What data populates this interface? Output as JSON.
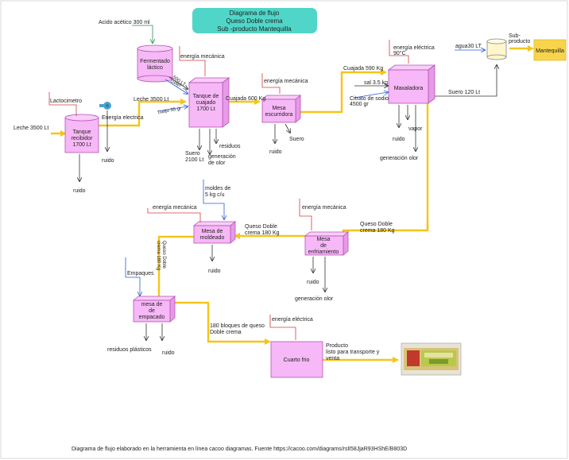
{
  "title": {
    "line1": "Diagrama de flujo",
    "line2": "Queso Doble crema",
    "line3": "Sub -producto Mantequilla",
    "bg": "#4fd6c8"
  },
  "colors": {
    "box": "#f6b8f6",
    "box_border": "#b552b5",
    "main_flow": "#f5c518",
    "red_line": "#d23c3c",
    "blue_line": "#2b5be0",
    "green_line": "#2e8b57",
    "mantequilla_bg": "#f7d44c"
  },
  "nodes": {
    "tanque_recibidor": "Tanque\nrecibidor\n1700 Lt",
    "fermentado": "Fermentado\nláctico",
    "tanque_cuajado": "Tanque de\ncuajado\n1700 Lt",
    "mesa_escurridora": "Mesa\nescurridora",
    "maxaladora": "Maxaladora",
    "mantequilla": "Mantequilla",
    "mesa_moldeado": "Mesa de\nmoldeado",
    "mesa_enfriamiento": "Mesa\nde\nenfriamiento",
    "mesa_empacado": "mesa de\nde\nempacado",
    "cuarto_frio": "Cuarto frio"
  },
  "labels": {
    "acido": "Acido acético 300 ml",
    "lactocimetro": "Lactocimetro",
    "leche1": "Leche 3500 Lt",
    "energia_electrica1": "Energía electrica",
    "ruido1": "ruido",
    "ruido_tank": "ruido",
    "energia_mecanica1": "energía mecánica",
    "leche2": "Leche 3500 Lt",
    "ml500": "500 LT",
    "cuajo": "cuajo",
    "cuajo35": "cuajo 35 gr",
    "suero2100": "Suero\n2100 Lt",
    "residuos": "residuos",
    "generacion_olor1": "generación\nde olor",
    "cuajada600": "Cuajada 600 Kg",
    "energia_mecanica2": "energía mecánica",
    "suero": "Suero",
    "ruido2": "ruido",
    "cuajada590": "Cuajada 590 Kg",
    "sal": "sal 3.5 kg",
    "citrato": "Citrato de sodio\n4500 gr",
    "energia_electrica2": "energía eléctrica\n90°C",
    "ruido3": "ruido",
    "vapor": "vapor",
    "generacion_olor2": "generación olor",
    "suero120": "Suero 120 Lt",
    "agua": "agua30 LT",
    "subproducto": "Sub-\nproducto",
    "moldes": "moldes de\n5 kg c/u",
    "energia_mecanica3": "energía mecánica",
    "queso180a": "Queso Doble\ncrema  180 Kg",
    "energia_mecanica4": "energía mecánica",
    "queso180b": "Queso Doble\ncrema  180 Kg",
    "ruido4": "ruido",
    "ruido5": "ruido",
    "generacion_olor3": "generación olor",
    "empaques": "Empaques",
    "queso180c": "Queso Doble\ncrema 180 Kg",
    "residuos_plasticos": "residuos plásticos",
    "ruido6": "ruido",
    "bloques": "180 bloques de queso\nDoble crema",
    "energia_electrica3": "energía eléctrica",
    "producto": "Producto\nlisto para transporte y\nventa"
  },
  "footer": "Diagrama de flujo elaborado en la herramienta en línea cacoo diagramas. Fuente https://cacoo.com/diagrams/rslI58JjaR93HShE/B803D"
}
